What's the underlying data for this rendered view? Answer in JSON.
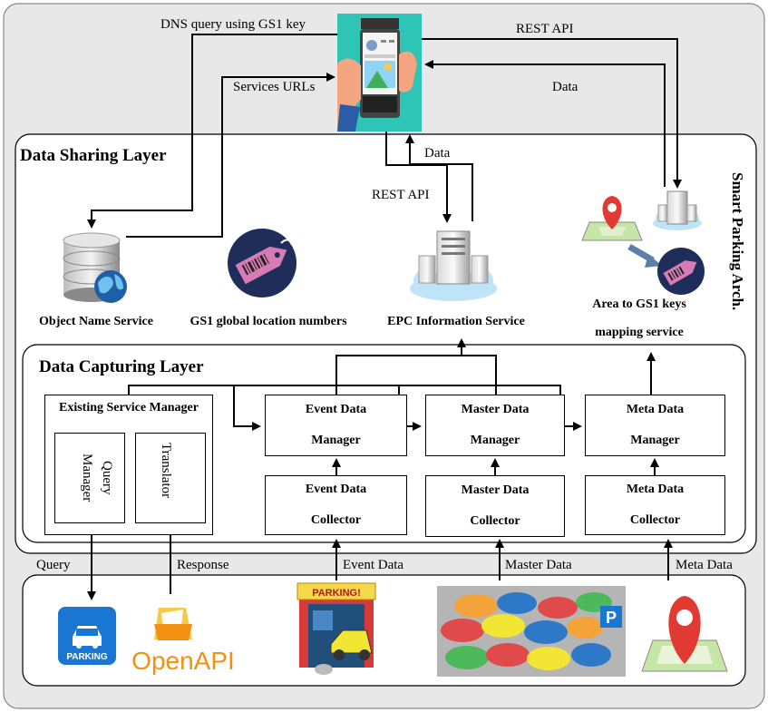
{
  "top": {
    "dns_query": "DNS query using GS1 key",
    "services_urls": "Services URLs",
    "rest_api_top": "REST API",
    "data_top": "Data",
    "data_mid": "Data",
    "rest_api_mid": "REST API"
  },
  "data_sharing_layer": {
    "title": "Data Sharing Layer",
    "side_label": "Smart Parking Arch.",
    "services": [
      "Object Name Service",
      "GS1 global location numbers",
      "EPC Information Service"
    ],
    "area_mapping_line1": "Area to GS1 keys",
    "area_mapping_line2": "mapping service"
  },
  "data_capturing_layer": {
    "title": "Data Capturing Layer",
    "existing_service_manager": "Existing Service Manager",
    "query_manager": "Query Manager",
    "translator": "Translator",
    "managers": [
      {
        "line1": "Event Data",
        "line2": "Manager"
      },
      {
        "line1": "Master Data",
        "line2": "Manager"
      },
      {
        "line1": "Meta Data",
        "line2": "Manager"
      }
    ],
    "collectors": [
      {
        "line1": "Event Data",
        "line2": "Collector"
      },
      {
        "line1": "Master Data",
        "line2": "Collector"
      },
      {
        "line1": "Meta Data",
        "line2": "Collector"
      }
    ]
  },
  "bottom": {
    "query": "Query",
    "response": "Response",
    "event_data": "Event Data",
    "master_data": "Master Data",
    "meta_data": "Meta Data",
    "parking_app_label": "PARKING",
    "openapi_logo": "OpenAPI",
    "parking_sign": "PARKING!",
    "p_sign": "P"
  },
  "colors": {
    "outer_bg": "#e8e8e8",
    "panel_bg": "#ffffff",
    "phone_bg": "#2ec4b6",
    "db_blue": "#1e5fa8",
    "tag_navy": "#1f2d5a",
    "tag_pink": "#d67bb5",
    "cloud_blue": "#bfe3f7",
    "pin_red": "#e03a32",
    "parking_blue": "#1976d2",
    "openapi_orange": "#f29111"
  }
}
